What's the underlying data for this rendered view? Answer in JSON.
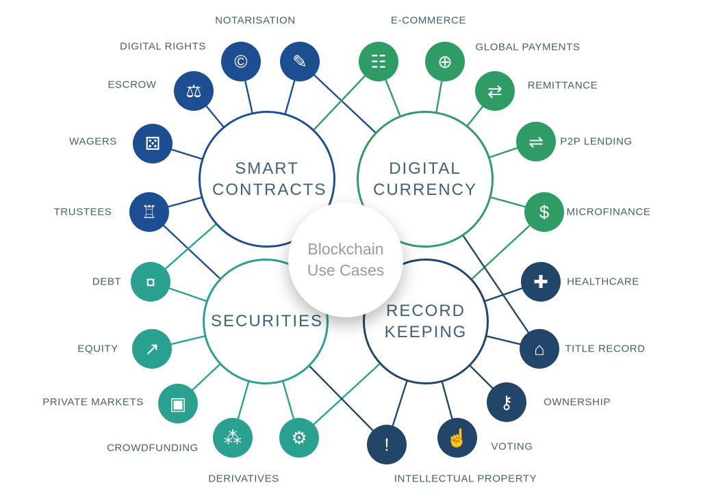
{
  "center": {
    "label": "Blockchain Use Cases"
  },
  "colors": {
    "smart_contracts": "#1d4e91",
    "digital_currency": "#2e9c64",
    "securities": "#2aa091",
    "record_keeping": "#22466a"
  },
  "categories": [
    {
      "title": "SMART CONTRACTS",
      "color": "#1d4e91"
    },
    {
      "title": "DIGITAL CURRENCY",
      "color": "#2e9c64"
    },
    {
      "title": "SECURITIES",
      "color": "#2aa091"
    },
    {
      "title": "RECORD KEEPING",
      "color": "#22466a"
    }
  ],
  "satellites": [
    {
      "label": "NOTARISATION",
      "icon": "notarised-document-icon",
      "glyph": "✎",
      "category": "SMART CONTRACTS"
    },
    {
      "label": "DIGITAL RIGHTS",
      "icon": "money-ledger-icon",
      "glyph": "©",
      "category": "SMART CONTRACTS"
    },
    {
      "label": "ESCROW",
      "icon": "arbiter-person-icon",
      "glyph": "⚖",
      "category": "SMART CONTRACTS"
    },
    {
      "label": "WAGERS",
      "icon": "betting-board-icon",
      "glyph": "⚄",
      "category": "SMART CONTRACTS"
    },
    {
      "label": "TRUSTEES",
      "icon": "bank-building-icon",
      "glyph": "♖",
      "category": "SMART CONTRACTS"
    },
    {
      "label": "E-COMMERCE",
      "icon": "shopping-cart-icon",
      "glyph": "☷",
      "category": "DIGITAL CURRENCY"
    },
    {
      "label": "GLOBAL PAYMENTS",
      "icon": "globe-icon",
      "glyph": "⊕",
      "category": "DIGITAL CURRENCY"
    },
    {
      "label": "REMITTANCE",
      "icon": "globe-transfer-icon",
      "glyph": "⇄",
      "category": "DIGITAL CURRENCY"
    },
    {
      "label": "P2P LENDING",
      "icon": "handshake-icon",
      "glyph": "⇌",
      "category": "DIGITAL CURRENCY"
    },
    {
      "label": "MICROFINANCE",
      "icon": "coin-stack-icon",
      "glyph": "$",
      "category": "DIGITAL CURRENCY"
    },
    {
      "label": "DEBT",
      "icon": "hand-money-icon",
      "glyph": "¤",
      "category": "SECURITIES"
    },
    {
      "label": "EQUITY",
      "icon": "growth-chart-icon",
      "glyph": "↗",
      "category": "SECURITIES"
    },
    {
      "label": "PRIVATE MARKETS",
      "icon": "lock-icon",
      "glyph": "▣",
      "category": "SECURITIES"
    },
    {
      "label": "CROWDFUNDING",
      "icon": "people-network-icon",
      "glyph": "⁂",
      "category": "SECURITIES"
    },
    {
      "label": "DERIVATIVES",
      "icon": "gears-icon",
      "glyph": "⚙",
      "category": "SECURITIES"
    },
    {
      "label": "HEALTHCARE",
      "icon": "medical-folder-icon",
      "glyph": "✚",
      "category": "RECORD KEEPING"
    },
    {
      "label": "TITLE RECORD",
      "icon": "house-icon",
      "glyph": "⌂",
      "category": "RECORD KEEPING"
    },
    {
      "label": "OWNERSHIP",
      "icon": "key-icon",
      "glyph": "⚷",
      "category": "RECORD KEEPING"
    },
    {
      "label": "VOTING",
      "icon": "raised-hands-icon",
      "glyph": "☝",
      "category": "RECORD KEEPING"
    },
    {
      "label": "INTELLECTUAL PROPERTY",
      "icon": "lightbulb-icon",
      "glyph": "!",
      "category": "RECORD KEEPING"
    }
  ]
}
